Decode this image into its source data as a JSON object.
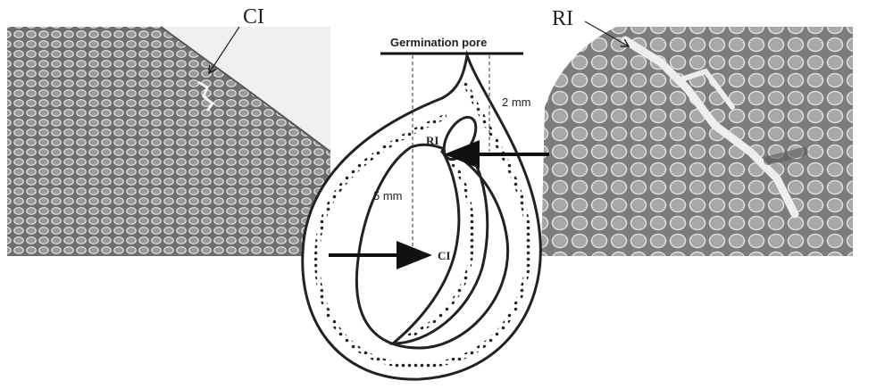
{
  "labels": {
    "ci_top": "CI",
    "ri_top": "RI",
    "germination_pore": "Germination pore",
    "dist_2mm": "2 mm",
    "dist_5mm": "5 mm",
    "ri_small": "RI",
    "ci_small": "CI"
  },
  "colors": {
    "background": "#ffffff",
    "micrograph_dark": "#5a5a5a",
    "micrograph_light": "#c8c8c8",
    "ink": "#222222"
  }
}
